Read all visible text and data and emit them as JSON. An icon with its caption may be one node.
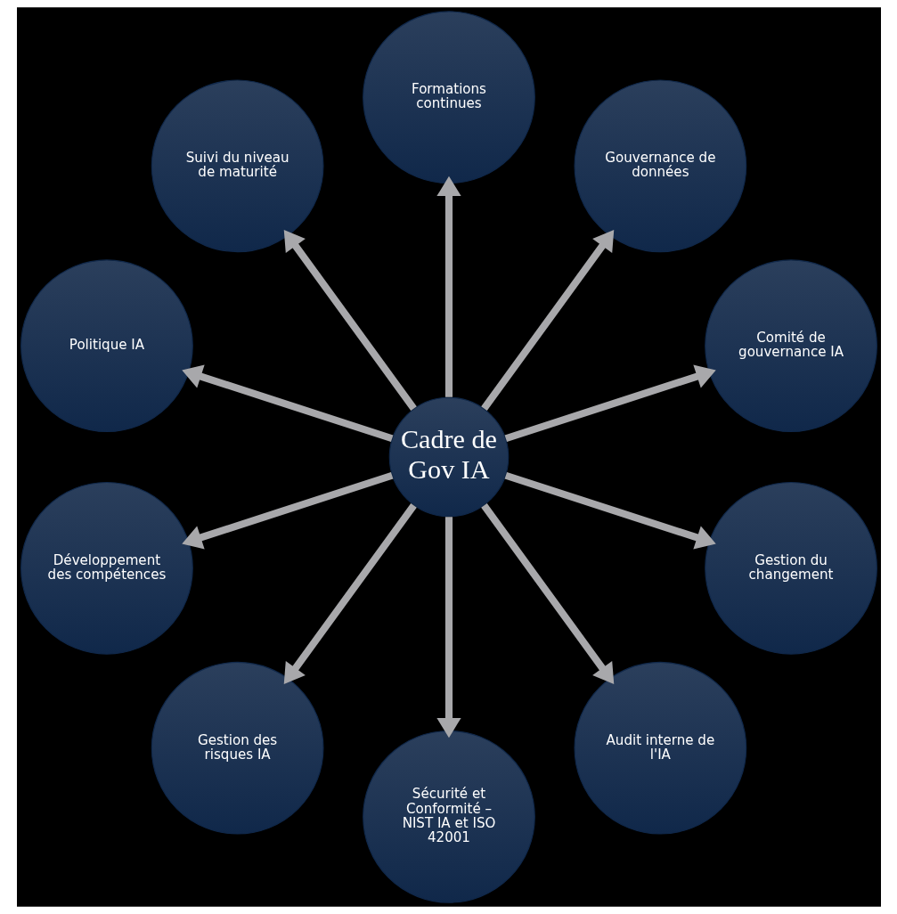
{
  "diagram": {
    "nodes": [
      {
        "text": [
          "Cadre de Gov IA"
        ]
      },
      {
        "text": [
          "Comité de gouvernance IA"
        ]
      },
      {
        "text": [
          "Gouvernance de données"
        ]
      },
      {
        "text": [
          "Formations continues"
        ]
      },
      {
        "text": [
          "Suivi du niveau de maturité"
        ]
      },
      {
        "text": [
          "Politique IA"
        ]
      },
      {
        "text": [
          "Développement des compétences"
        ]
      },
      {
        "text": [
          "Gestion des risques IA"
        ]
      },
      {
        "text": [
          "Sécurité et Conformité – NIST IA et ISO 42001"
        ]
      },
      {
        "text": [
          "Audit interne de l'IA"
        ]
      },
      {
        "text": [
          "Gestion du changement"
        ]
      }
    ],
    "edges": [
      {
        "from": 0,
        "to": 1,
        "arrow": "to"
      },
      {
        "from": 0,
        "to": 2,
        "arrow": "to"
      },
      {
        "from": 0,
        "to": 3,
        "arrow": "to"
      },
      {
        "from": 0,
        "to": 4,
        "arrow": "to"
      },
      {
        "from": 0,
        "to": 5,
        "arrow": "to"
      },
      {
        "from": 0,
        "to": 6,
        "arrow": "to"
      },
      {
        "from": 0,
        "to": 7,
        "arrow": "to"
      },
      {
        "from": 0,
        "to": 8,
        "arrow": "to"
      },
      {
        "from": 0,
        "to": 9,
        "arrow": "to"
      },
      {
        "from": 0,
        "to": 10,
        "arrow": "to"
      }
    ]
  }
}
